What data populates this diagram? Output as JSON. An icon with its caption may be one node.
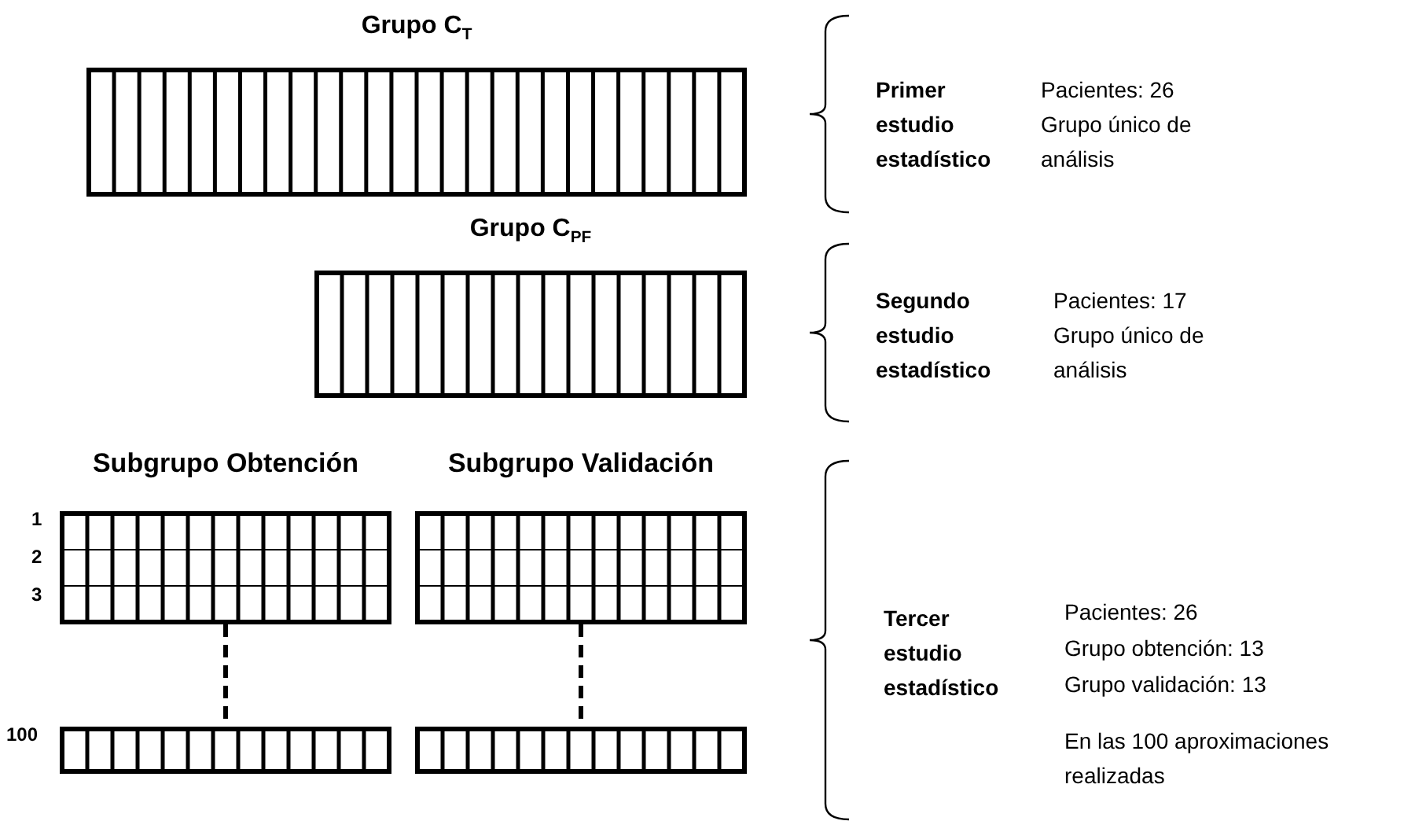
{
  "diagram": {
    "nodes": [
      {
        "text": [
          "Grupo C$_{T}$"
        ]
      },
      {
        "text": [
          "Grupo C$_{PF}$"
        ]
      },
      {
        "text": [
          "Subgrupo Obtención"
        ]
      },
      {
        "text": [
          "Subgrupo Validación"
        ]
      },
      {
        "text": [],
        "shape": "bar"
      },
      {
        "text": [],
        "shape": "bar"
      }
    ],
    "edges": [
      {
        "from": 2,
        "to": 4,
        "arrow": "none",
        "style": "dashed"
      },
      {
        "from": 3,
        "to": 5,
        "arrow": "none",
        "style": "dashed"
      }
    ],
    "labels": [
      "Primer estudio estadístico",
      "Pacientes: 26",
      "Grupo único de análisis",
      "Segundo estudio estadístico",
      "Pacientes: 17",
      "Grupo único de análisis",
      "1",
      "2",
      "3",
      "Tercer estudio estadístico",
      "Pacientes: 26",
      "Grupo obtención: 13",
      "Grupo validación: 13",
      "100",
      "En las 100 aproximaciones realizadas"
    ]
  }
}
